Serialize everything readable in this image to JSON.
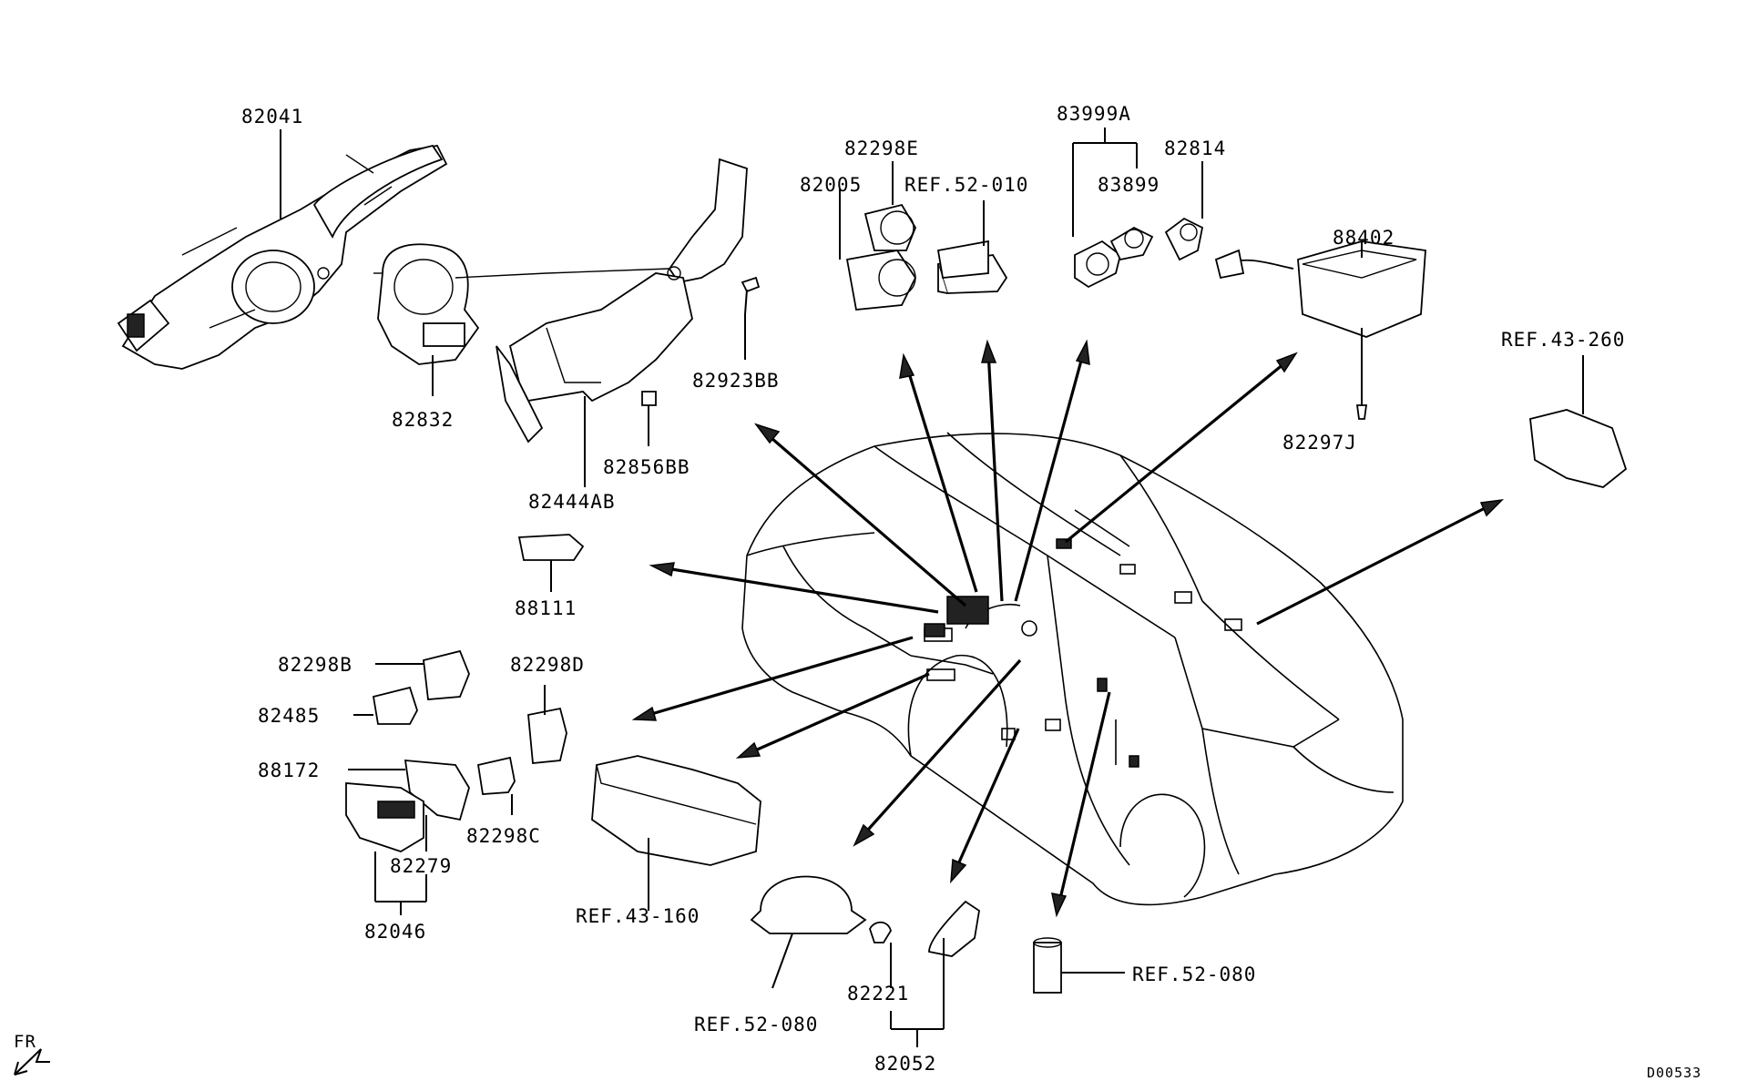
{
  "labels": {
    "p82041": "82041",
    "p82832": "82832",
    "p82923BB": "82923BB",
    "p82856BB": "82856BB",
    "p82444AB": "82444AB",
    "p82298E": "82298E",
    "p82005": "82005",
    "ref52010": "REF.52-010",
    "p83999A": "83999A",
    "p83899": "83899",
    "p82814": "82814",
    "p88402": "88402",
    "p82297J": "82297J",
    "ref43260": "REF.43-260",
    "p88111": "88111",
    "p82298B": "82298B",
    "p82485": "82485",
    "p82298D": "82298D",
    "p88172": "88172",
    "p82298C": "82298C",
    "p82279": "82279",
    "p82046": "82046",
    "ref43160": "REF.43-160",
    "ref52080a": "REF.52-080",
    "p82221": "82221",
    "p82052": "82052",
    "ref52080b": "REF.52-080",
    "front": "FR",
    "code": "D00533"
  }
}
